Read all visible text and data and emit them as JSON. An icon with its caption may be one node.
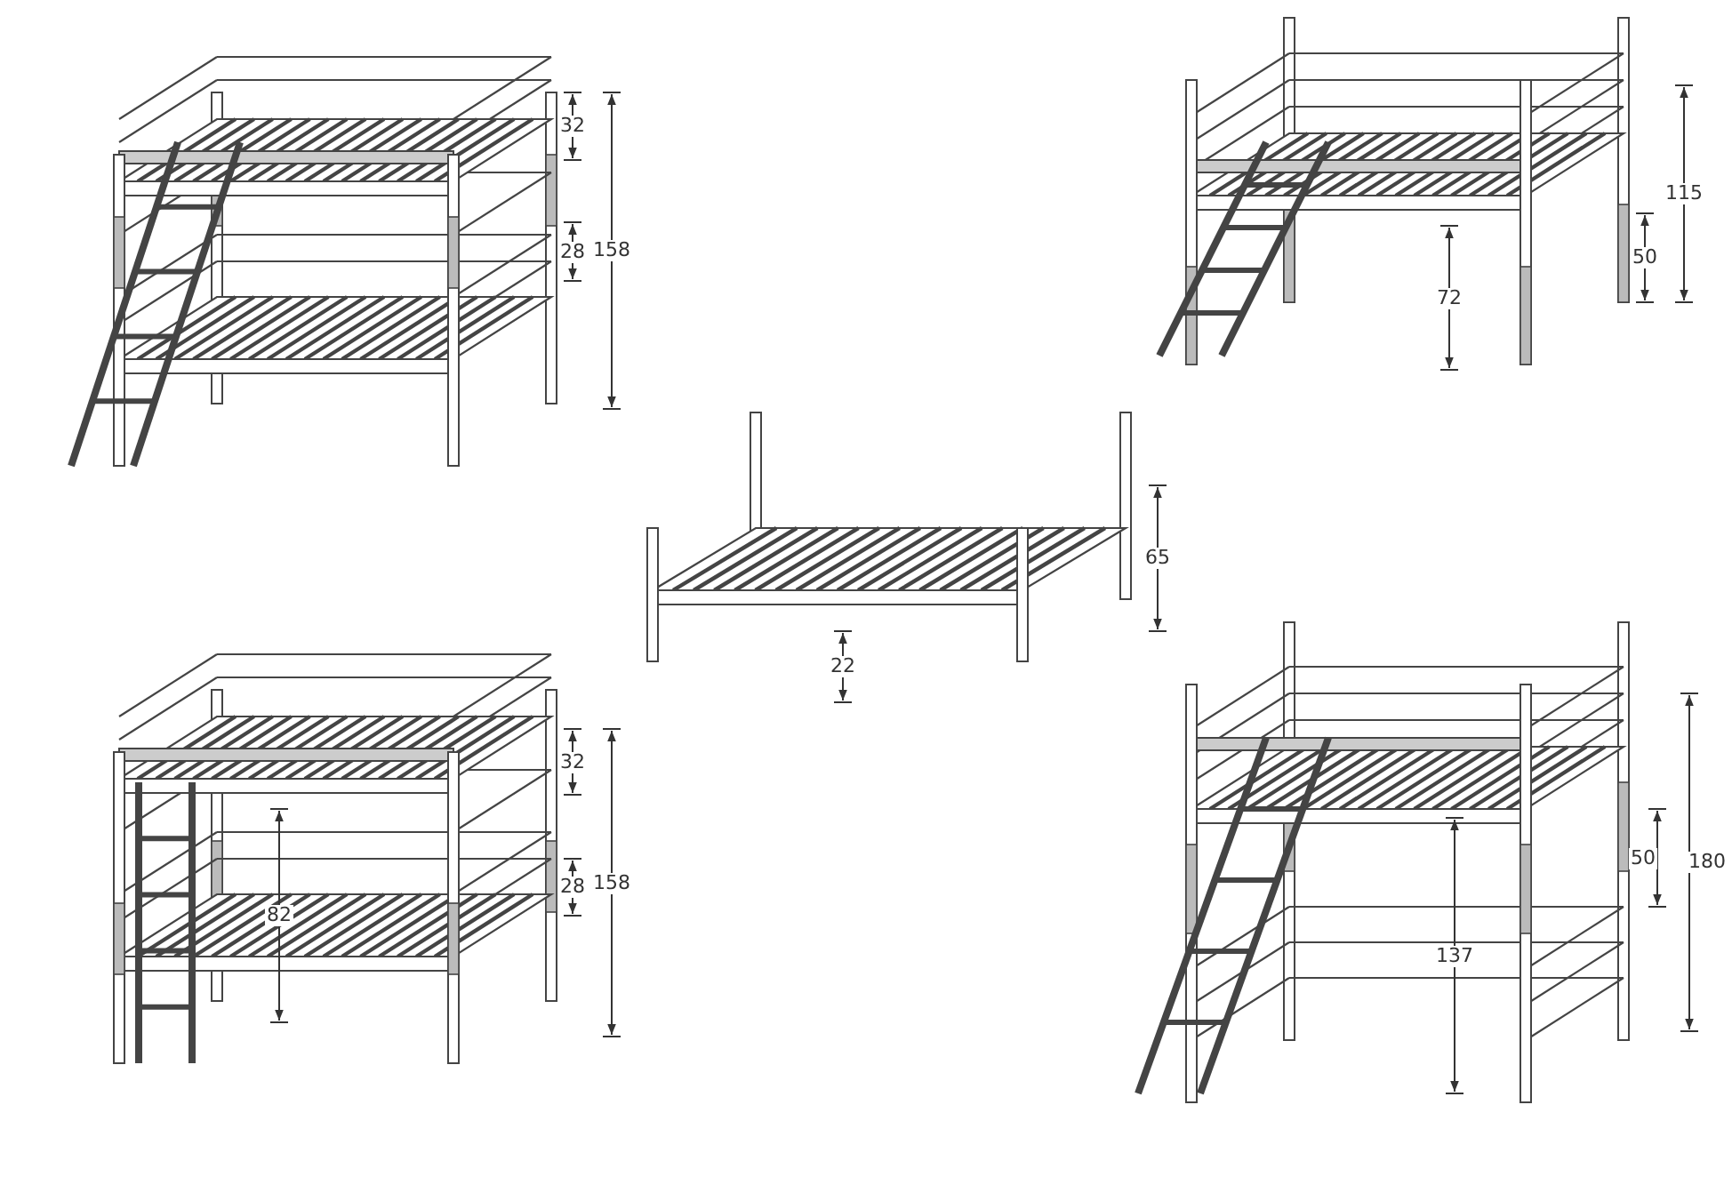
{
  "diagram": {
    "labels": [
      "32",
      "158",
      "28",
      "115",
      "50",
      "72",
      "65",
      "22",
      "32",
      "158",
      "28",
      "82",
      "50",
      "180",
      "137"
    ]
  }
}
